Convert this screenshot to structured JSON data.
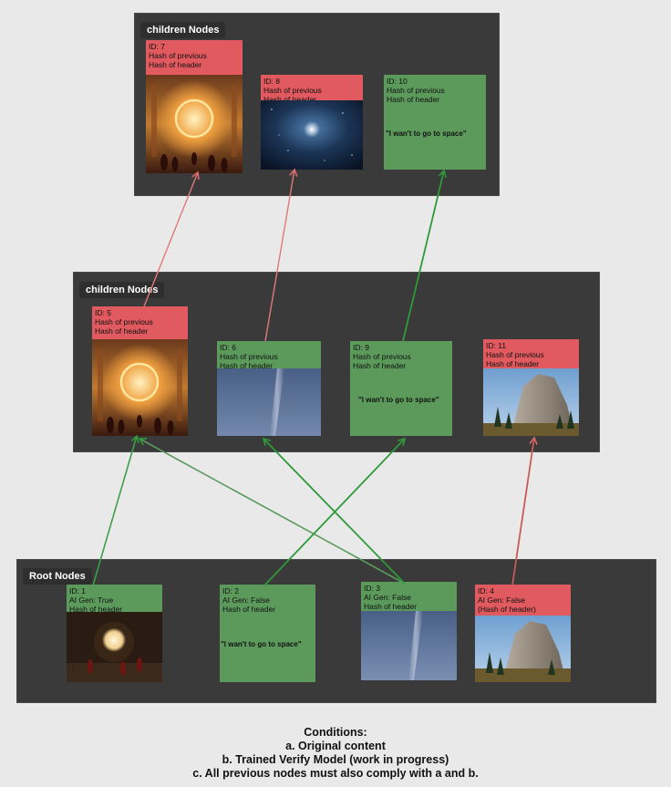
{
  "frames": {
    "top": {
      "title": "children Nodes"
    },
    "middle": {
      "title": "children Nodes"
    },
    "root": {
      "title": "Root Nodes"
    }
  },
  "nodes": {
    "n7": {
      "lines": [
        "ID: 7",
        "Hash of previous",
        "Hash of header"
      ],
      "image": "ornate golden hall with glowing ring portal"
    },
    "n8": {
      "lines": [
        "ID: 8",
        "Hash of previous",
        "Hash of header"
      ],
      "image": "starfield with bright star"
    },
    "n10": {
      "lines": [
        "ID: 10",
        "Hash of previous",
        "Hash of header"
      ],
      "text": "\"I wan't to go to space\""
    },
    "n5": {
      "lines": [
        "ID: 5",
        "Hash of previous",
        "Hash of header"
      ],
      "image": "ornate golden hall with glowing ring portal"
    },
    "n6": {
      "lines": [
        "ID: 6",
        "Hash of previous",
        "Hash of header"
      ],
      "image": "hazy blue sky with light streak"
    },
    "n9": {
      "lines": [
        "ID: 9",
        "Hash of previous",
        "Hash of header"
      ],
      "text": "\"I wan't to go to space\""
    },
    "n11": {
      "lines": [
        "ID: 11",
        "Hash of previous",
        "Hash of header"
      ],
      "image": "granite mountain cliff in valley"
    },
    "n1": {
      "lines": [
        "ID: 1",
        "AI Gen: True",
        "Hash of header"
      ],
      "image": "dark hall with glowing moon portal"
    },
    "n2": {
      "lines": [
        "ID: 2",
        "AI Gen: False",
        "Hash of header"
      ],
      "text": "\"I wan't to go to space\""
    },
    "n3": {
      "lines": [
        "ID: 3",
        "AI Gen: False",
        "Hash of header"
      ],
      "image": "hazy blue sky with light streak"
    },
    "n4": {
      "lines": [
        "ID: 4",
        "AI Gen: False",
        "(Hash of header)"
      ],
      "image": "granite mountain cliff in valley"
    }
  },
  "colors": {
    "red": "#e05a5f",
    "green": "#5c9a5c",
    "red_arrow": "#d86b6b",
    "green_arrow": "#2e9a3a",
    "frame": "#3a3a3a",
    "background": "#e9e9e9"
  },
  "edges": [
    {
      "from": "n1",
      "to": "n5",
      "color": "green"
    },
    {
      "from": "n3",
      "to": "n5",
      "color": "green"
    },
    {
      "from": "n3",
      "to": "n6",
      "color": "green"
    },
    {
      "from": "n2",
      "to": "n9",
      "color": "green"
    },
    {
      "from": "n4",
      "to": "n11",
      "color": "red"
    },
    {
      "from": "n5",
      "to": "n7",
      "color": "red"
    },
    {
      "from": "n6",
      "to": "n8",
      "color": "red"
    },
    {
      "from": "n9",
      "to": "n10",
      "color": "green"
    }
  ],
  "conditions": {
    "heading": "Conditions:",
    "items": [
      "a. Original content",
      "b. Trained Verify Model (work in progress)",
      "c. All previous nodes must also comply with a and b."
    ]
  }
}
